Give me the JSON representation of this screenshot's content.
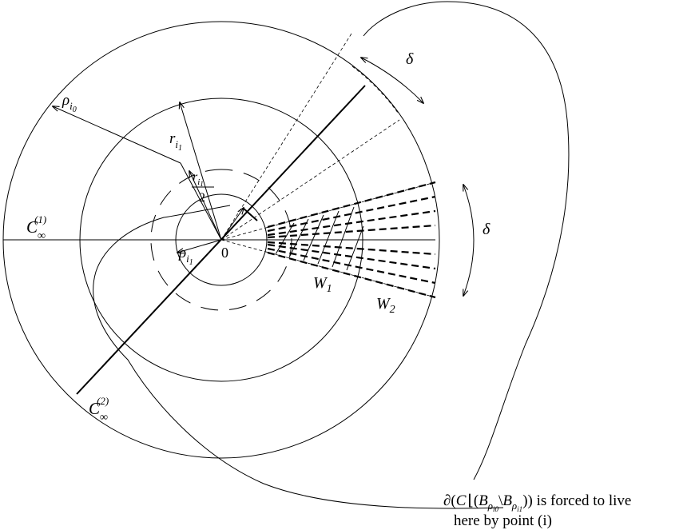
{
  "labels": {
    "delta_top": "δ",
    "delta_right": "δ",
    "rho_i0": {
      "base": "ρ",
      "sub": "i",
      "subsub": "0"
    },
    "r_i1": {
      "base": "r",
      "sub": "i",
      "subsub": "1"
    },
    "r_i1_half": {
      "num_base": "r",
      "num_sub": "i",
      "num_subsub": "1",
      "den": "2"
    },
    "rho_i1": {
      "base": "ρ",
      "sub": "i",
      "subsub": "1"
    },
    "origin": "0",
    "C1": {
      "base": "C",
      "sub": "∞",
      "sup": "(1)"
    },
    "C2": {
      "base": "C",
      "sub": "∞",
      "sup": "(2)"
    },
    "W1": {
      "base": "W",
      "sub": "1"
    },
    "W2": {
      "base": "W",
      "sub": "2"
    }
  },
  "caption": {
    "line1_prefix": "∂(",
    "line1_C": "C",
    "line1_mid": "(",
    "line1_B1": "B",
    "line1_B1_sub": "ρ",
    "line1_B1_subsub": "i0",
    "line1_setminus": "\\",
    "line1_B2": "B",
    "line1_B2_sub": "ρ",
    "line1_B2_subsub": "i1",
    "line1_suffix": ")) is forced to live",
    "line2": "here by point (i)"
  }
}
